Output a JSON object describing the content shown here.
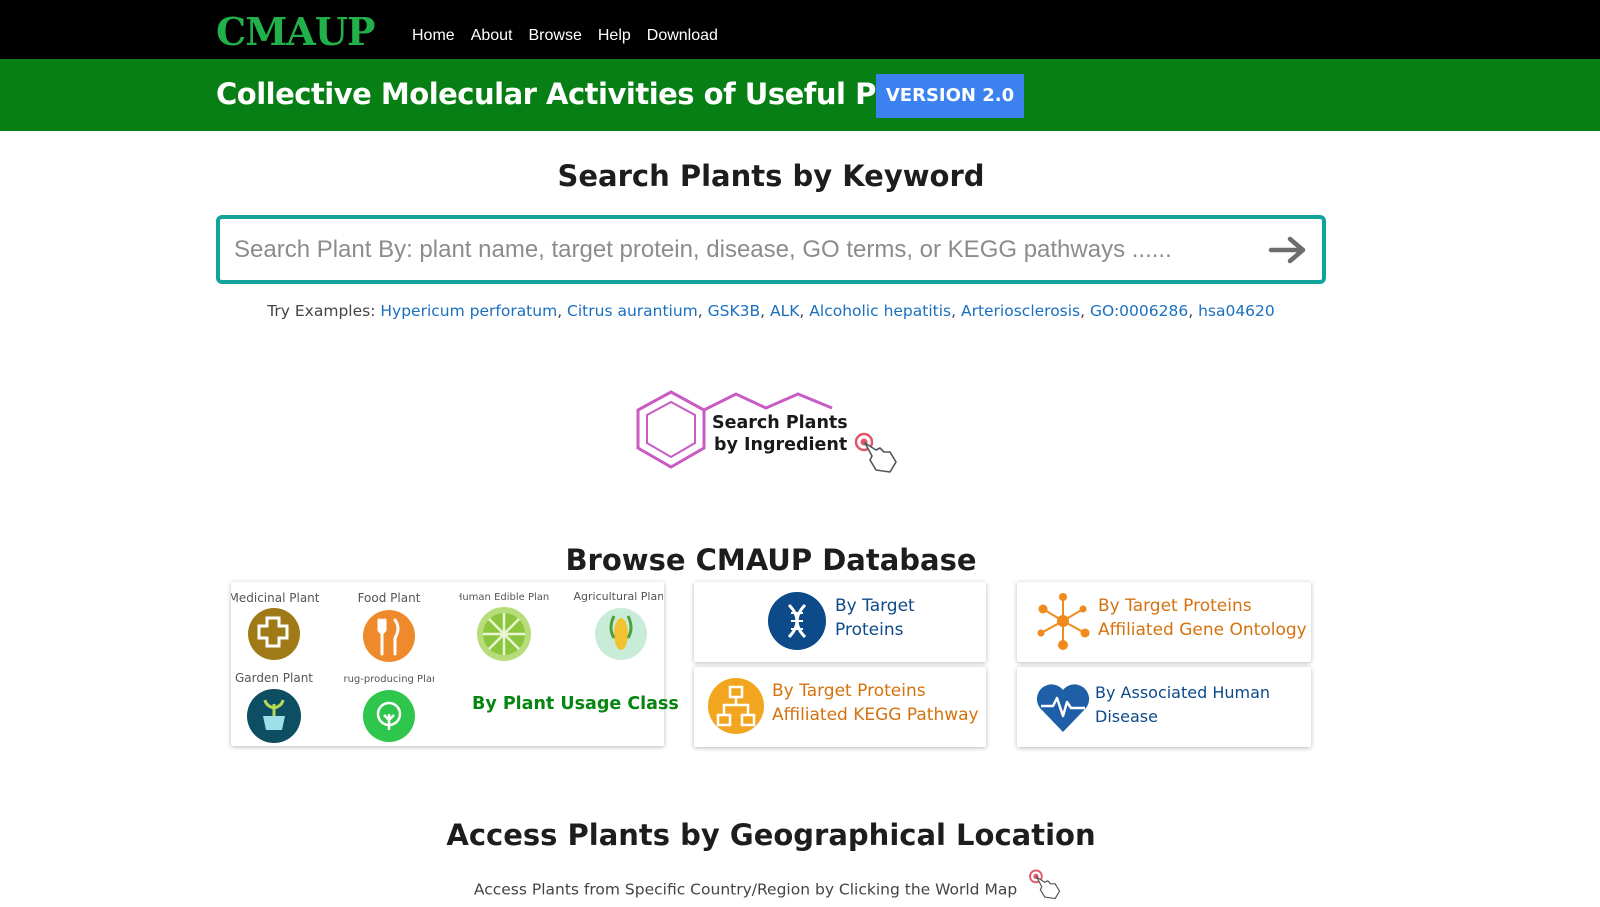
{
  "header": {
    "logo": "CMAUP",
    "nav": [
      "Home",
      "About",
      "Browse",
      "Help",
      "Download"
    ],
    "site_title": "Collective Molecular Activities of Useful Plants",
    "version": "VERSION 2.0"
  },
  "search": {
    "heading": "Search Plants by Keyword",
    "placeholder": "Search Plant By: plant name, target protein, disease, GO terms, or KEGG pathways ......",
    "examples_label": "Try Examples:",
    "examples": [
      "Hypericum perforatum",
      "Citrus aurantium",
      "GSK3B",
      "ALK",
      "Alcoholic hepatitis",
      "Arteriosclerosis",
      "GO:0006286",
      "hsa04620"
    ]
  },
  "ingredient": {
    "line1": "Search Plants",
    "line2": "by Ingredient"
  },
  "browse": {
    "heading": "Browse CMAUP Database",
    "usage_badges": [
      "Medicinal Plant",
      "Food Plant",
      "Human Edible Plant",
      "Agricultural Plant",
      "Garden Plant",
      "Drug-producing Plant"
    ],
    "usage_label": "By Plant Usage Class",
    "target_proteins": [
      "By Target",
      "Proteins"
    ],
    "gene_ontology": [
      "By Target Proteins",
      "Affiliated Gene Ontology"
    ],
    "kegg": [
      "By Target Proteins",
      "Affiliated KEGG Pathway"
    ],
    "disease": [
      "By Associated Human",
      "Disease"
    ]
  },
  "geo": {
    "heading": "Access Plants by Geographical Location",
    "subtext": "Access Plants from Specific Country/Region by Clicking the World Map"
  },
  "colors": {
    "brand_green": "#22b04a",
    "header_green": "#087f14",
    "version_blue": "#3b82f0",
    "search_border": "#12a39b",
    "link_blue": "#1a6fc0",
    "orange": "#e07b12",
    "dark_blue": "#0c4a8a"
  }
}
